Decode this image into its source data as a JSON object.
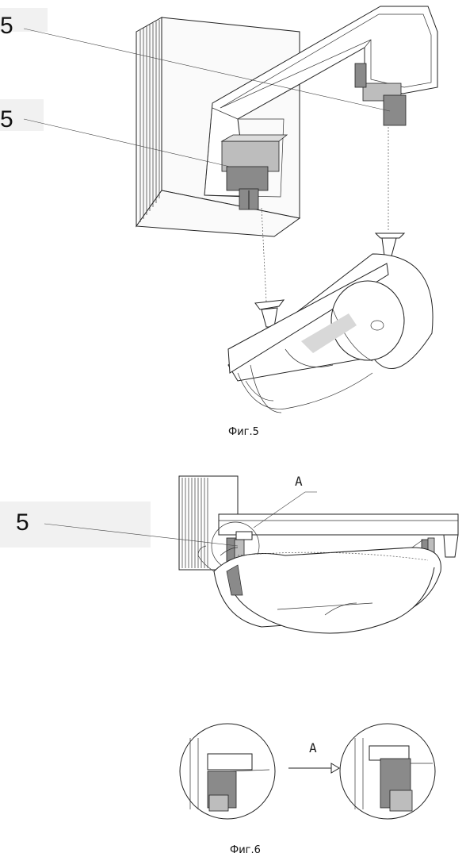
{
  "figure5": {
    "caption": "Фиг.5",
    "callouts": [
      "5",
      "5"
    ]
  },
  "figure6": {
    "caption": "Фиг.6",
    "callout": "5",
    "detail_label": "A",
    "arrow_label": "A"
  },
  "colors": {
    "line": "#222222",
    "shade_dark": "#8a8a8a",
    "shade_mid": "#bdbdbd",
    "shade_light": "#dcdcdc",
    "background": "#ffffff"
  }
}
